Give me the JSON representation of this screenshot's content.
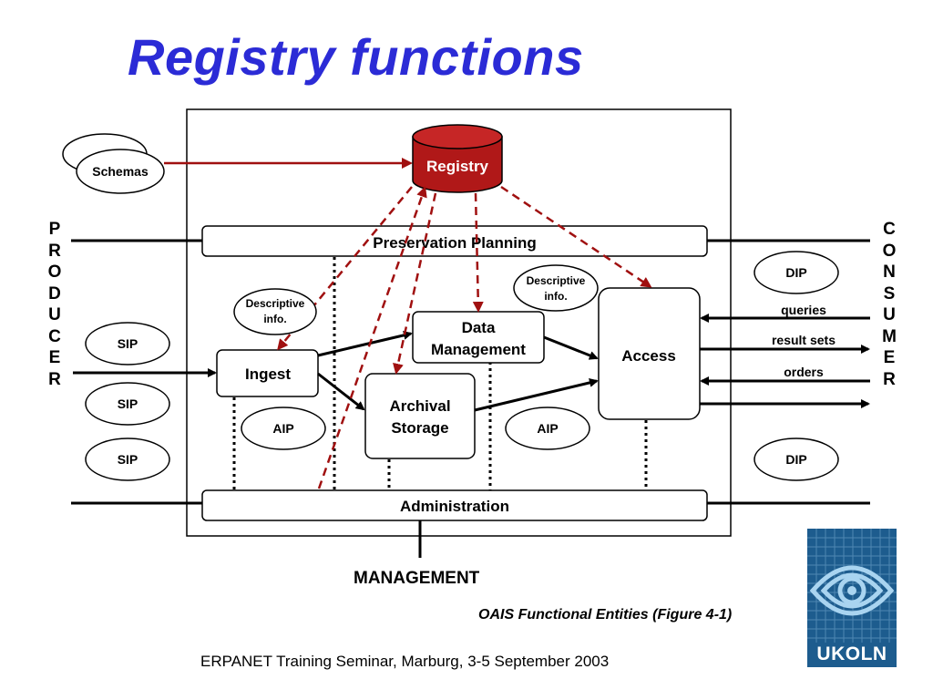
{
  "slide": {
    "title": "Registry functions",
    "caption": "OAIS Functional Entities (Figure 4-1)",
    "footer": "ERPANET Training Seminar, Marburg, 3-5 September 2003"
  },
  "diagram": {
    "registry": "Registry",
    "schemas": "Schemas",
    "preservation_planning": "Preservation Planning",
    "administration": "Administration",
    "ingest": "Ingest",
    "data_management": [
      "Data",
      "Management"
    ],
    "archival_storage": [
      "Archival",
      "Storage"
    ],
    "access": "Access",
    "descriptive_info_left": [
      "Descriptive",
      "info."
    ],
    "descriptive_info_right": [
      "Descriptive",
      "info."
    ],
    "aip_left": "AIP",
    "aip_right": "AIP",
    "sip": [
      "SIP",
      "SIP",
      "SIP"
    ],
    "dip_top": "DIP",
    "dip_bottom": "DIP",
    "queries": "queries",
    "result_sets": "result sets",
    "orders": "orders",
    "management": "MANAGEMENT",
    "producer_letters": [
      "P",
      "R",
      "O",
      "D",
      "U",
      "C",
      "E",
      "R"
    ],
    "consumer_letters": [
      "C",
      "O",
      "N",
      "S",
      "U",
      "M",
      "E",
      "R"
    ]
  },
  "logo": {
    "text": "UKOLN"
  },
  "colors": {
    "title": "#2b2bd6",
    "registry": "#b01818",
    "registry_arrow": "#a01010",
    "logo_bg": "#1d5c8e"
  }
}
